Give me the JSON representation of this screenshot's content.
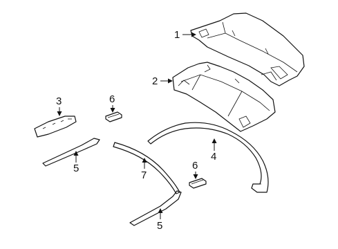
{
  "callouts": {
    "c1": "1",
    "c2": "2",
    "c3": "3",
    "c4": "4",
    "c5a": "5",
    "c5b": "5",
    "c6a": "6",
    "c6b": "6",
    "c7": "7"
  },
  "colors": {
    "line": "#111111",
    "background": "#ffffff"
  }
}
